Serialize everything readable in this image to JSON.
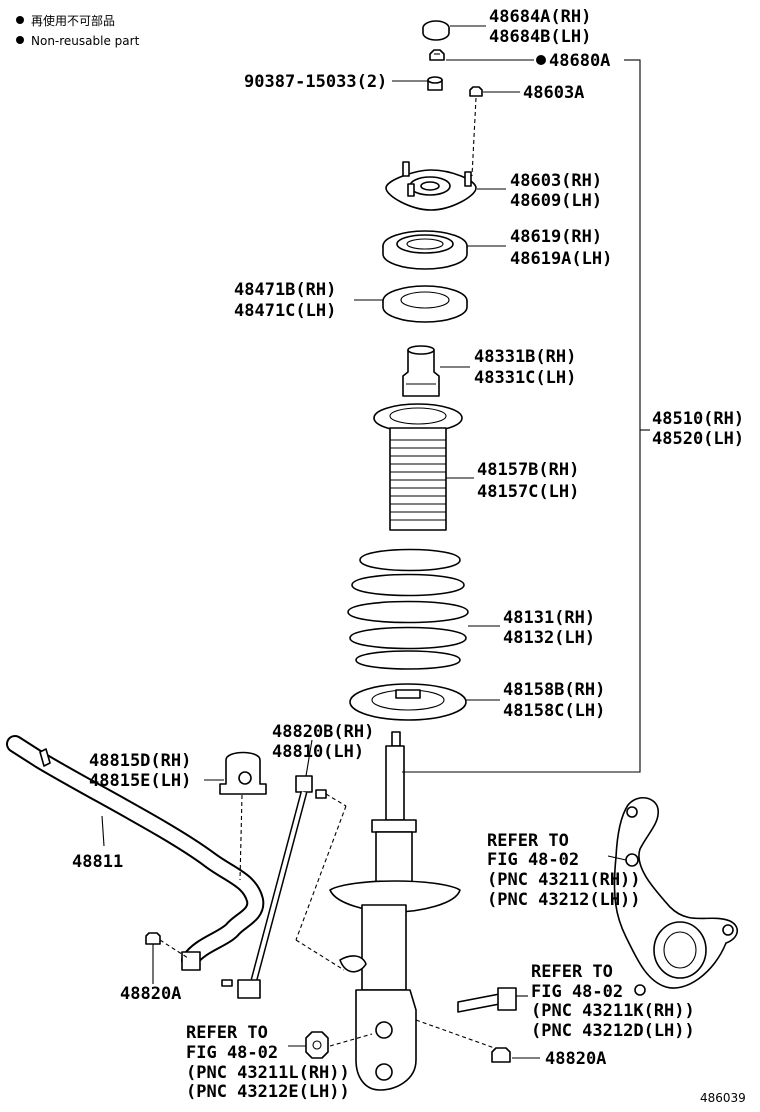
{
  "legend": {
    "nonreusable_jp": "再使用不可部品",
    "nonreusable_en": "Non-reusable part"
  },
  "labels": {
    "p48684a": "48684A(RH)",
    "p48684b": "48684B(LH)",
    "p48680a": "48680A",
    "p90387": "90387-15033(2)",
    "p48603a": "48603A",
    "p48603": "48603(RH)",
    "p48609": "48609(LH)",
    "p48619": "48619(RH)",
    "p48619a": "48619A(LH)",
    "p48471b": "48471B(RH)",
    "p48471c": "48471C(LH)",
    "p48331b": "48331B(RH)",
    "p48331c": "48331C(LH)",
    "p48510": "48510(RH)",
    "p48520": "48520(LH)",
    "p48157b": "48157B(RH)",
    "p48157c": "48157C(LH)",
    "p48131": "48131(RH)",
    "p48132": "48132(LH)",
    "p48158b": "48158B(RH)",
    "p48158c": "48158C(LH)",
    "p48820b": "48820B(RH)",
    "p48810": "48810(LH)",
    "p48815d": "48815D(RH)",
    "p48815e": "48815E(LH)",
    "p48811": "48811",
    "p48820a_left": "48820A",
    "p48820a_bottom": "48820A"
  },
  "refer_knuckle": {
    "line1": "REFER TO",
    "line2": "FIG 48-02",
    "line3": "(PNC 43211(RH))",
    "line4": "(PNC 43212(LH))"
  },
  "refer_bolt": {
    "line1": "REFER TO",
    "line2": "FIG 48-02",
    "line3": "(PNC 43211K(RH))",
    "line4": "(PNC 43212D(LH))"
  },
  "refer_nut": {
    "line1": "REFER TO",
    "line2": "FIG 48-02",
    "line3": "(PNC 43211L(RH))",
    "line4": "(PNC 43212E(LH))"
  },
  "figure_number": "486039"
}
